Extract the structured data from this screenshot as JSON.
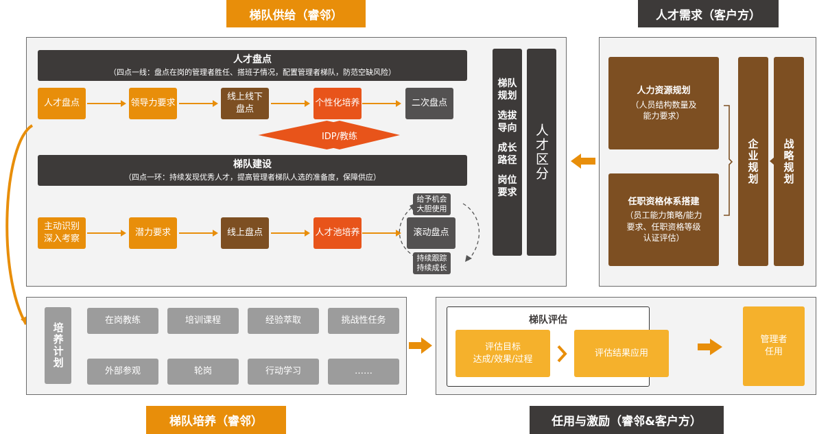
{
  "headers": {
    "supply": "梯队供给（睿邻）",
    "demand": "人才需求（客户方）",
    "training": "梯队培养（睿邻）",
    "appointment": "任用与激励（睿邻&客户方）"
  },
  "supply": {
    "inventory_bar": {
      "title": "人才盘点",
      "subtitle": "（四点一线：盘点在岗的管理者胜任、搭班子情况，配置管理者梯队，防范空缺风险）"
    },
    "inventory_flow": [
      "人才盘点",
      "领导力要求",
      "线上线下\n盘点",
      "个性化培养",
      "二次盘点"
    ],
    "idp_label": "IDP/教练",
    "ladder_bar": {
      "title": "梯队建设",
      "subtitle": "（四点一环：持续发现优秀人才，提高管理者梯队人选的准备度，保障供应）"
    },
    "ladder_flow": [
      "主动识别\n深入考察",
      "潜力要求",
      "线上盘点",
      "人才池培养",
      "滚动盘点"
    ],
    "cycle_top": "给予机会\n大胆使用",
    "cycle_bottom": "持续跟踪\n持续成长",
    "side_col_items": [
      "梯队\n规划",
      "选拔\n导向",
      "成长\n路径",
      "岗位\n要求"
    ],
    "talent_split": "人才区分"
  },
  "demand": {
    "hr_planning_title": "人力资源规划",
    "hr_planning_desc": "（人员结构数量及\n能力要求）",
    "qualification_title": "任职资格体系搭建",
    "qualification_desc": "（员工能力策略/能力\n要求、任职资格等级\n认证评估）",
    "enterprise_planning": "企业规划",
    "strategic_planning": "战略规划"
  },
  "training": {
    "plan_label": "培养计划",
    "items": [
      "在岗教练",
      "培训课程",
      "经验萃取",
      "挑战性任务",
      "外部参观",
      "轮岗",
      "行动学习",
      "……"
    ]
  },
  "appointment": {
    "eval_title": "梯队评估",
    "eval_goal": "评估目标\n达成/效果/过程",
    "eval_result": "评估结果应用",
    "manager_appoint": "管理者\n任用"
  },
  "colors": {
    "orange": "#e88e0a",
    "dark": "#3d3a39",
    "brown": "#7d4f22",
    "red": "#e8541a",
    "gray": "#535151",
    "light_gray": "#9c9c9c",
    "yellow": "#f5b12c"
  }
}
